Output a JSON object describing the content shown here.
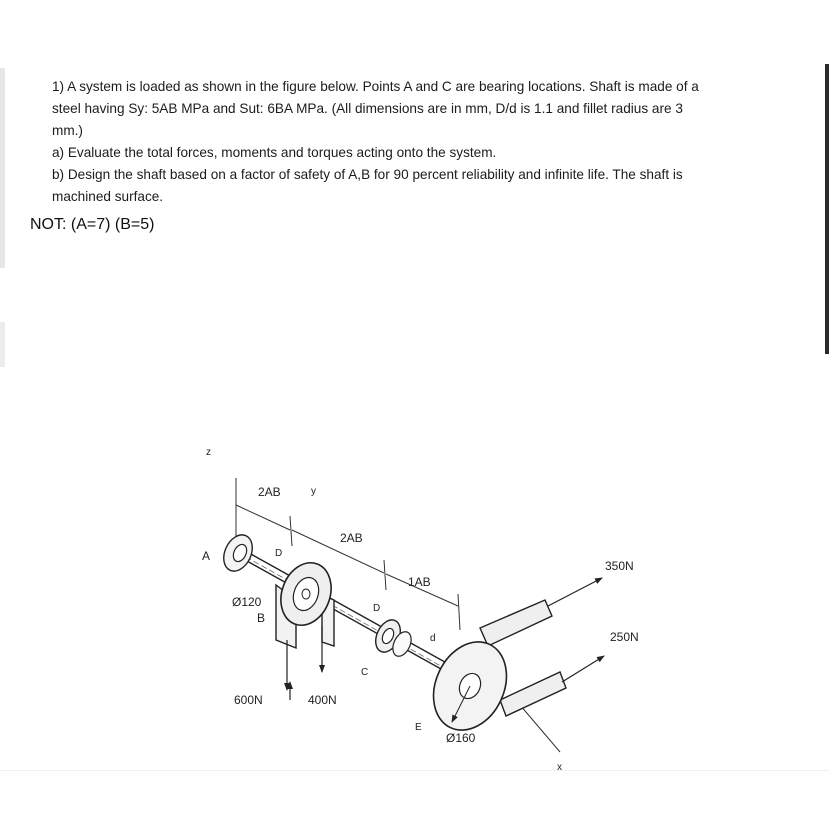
{
  "problem": {
    "line1": "1) A system is loaded as shown in the figure below. Points A and C are bearing locations. Shaft is made of a",
    "line2": "steel having Sy: 5AB MPa and Sut: 6BA MPa. (All dimensions are in mm, D/d is 1.1 and fillet radius are 3",
    "line3": "mm.)",
    "part_a": "a) Evaluate the total forces, moments and torques acting onto the system.",
    "part_b1": "b) Design the shaft based on a factor of safety of A,B for 90 percent reliability and infinite life. The shaft is",
    "part_b2": "machined surface."
  },
  "note": "NOT: (A=7) (B=5)",
  "figure": {
    "axis_z": "z",
    "axis_y": "y",
    "axis_x": "x",
    "dim_top_left": "2AB",
    "dim_middle": "2AB",
    "dim_right": "1AB",
    "point_a": "A",
    "point_b": "B",
    "point_c": "C",
    "point_e": "E",
    "pulley_small_dia": "Ø120",
    "pulley_large_dia": "Ø160",
    "shaft_d_left": "D",
    "shaft_d_middle": "D",
    "shaft_d_right": "d",
    "force_600": "600N",
    "force_400": "400N",
    "force_350": "350N",
    "force_250": "250N"
  }
}
